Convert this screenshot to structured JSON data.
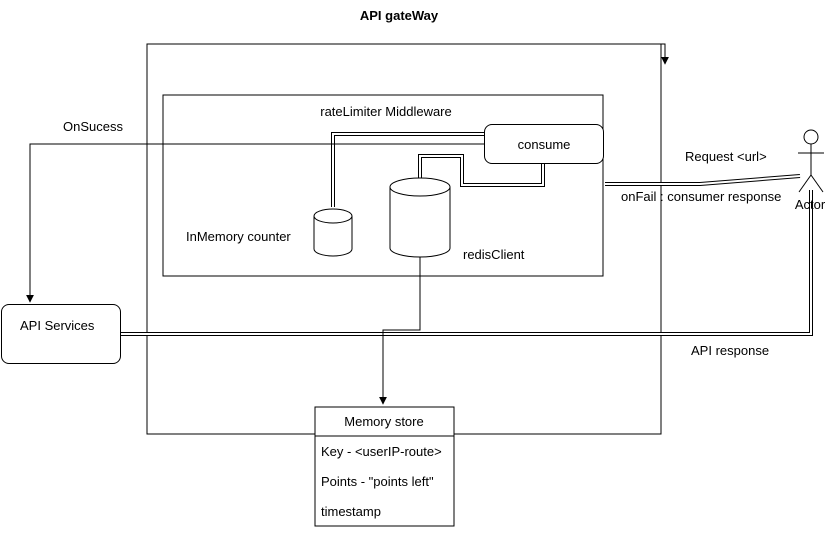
{
  "title": "API gateWay",
  "middleware": {
    "title": "rateLimiter Middleware",
    "consume": "consume",
    "inmemory_label": "InMemory counter",
    "redis_label": "redisClient"
  },
  "labels": {
    "on_success": "OnSucess",
    "request": "Request <url>",
    "on_fail": "onFail : consumer response",
    "api_response": "API response"
  },
  "actor": {
    "label": "Actor"
  },
  "api_services": {
    "label": "API Services"
  },
  "memory_store": {
    "title": "Memory store",
    "rows": [
      "Key - <userIP-route>",
      "Points - \"points left\"",
      "timestamp"
    ]
  }
}
